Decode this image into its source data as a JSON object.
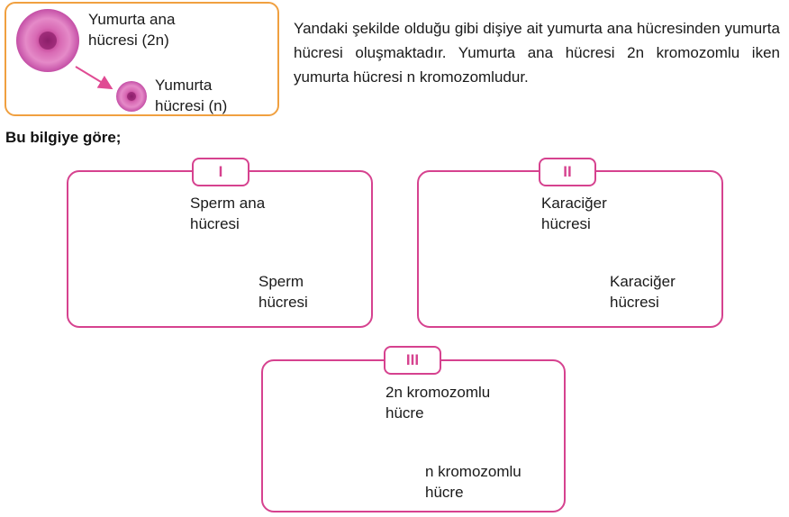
{
  "intro": {
    "label_mother_egg": [
      "Yumurta ana",
      "hücresi (2n)"
    ],
    "label_egg": [
      "Yumurta",
      "hücresi (n)"
    ]
  },
  "paragraph": "Yandaki şekilde olduğu gibi dişiye ait yumurta ana hücresinden yumurta hücresi oluşmaktadır. Yumurta ana hücresi 2n kromozomlu iken yumurta hücresi n kromozomludur.",
  "prompt": "Bu bilgiye göre;",
  "panels": [
    {
      "tab": "I",
      "top_label": [
        "Sperm ana",
        "hücresi"
      ],
      "bottom_label": [
        "Sperm",
        "hücresi"
      ]
    },
    {
      "tab": "II",
      "top_label": [
        "Karaciğer",
        "hücresi"
      ],
      "bottom_label": [
        "Karaciğer",
        "hücresi"
      ]
    },
    {
      "tab": "III",
      "top_label": [
        "2n kromozomlu",
        "hücre"
      ],
      "bottom_label": [
        "n kromozomlu",
        "hücre"
      ]
    }
  ],
  "colors": {
    "panel_border": "#d6428f",
    "intro_border": "#f0a040",
    "egg": "#c84aa8"
  },
  "icons": [
    "egg-cell-icon",
    "sperm-cell-icon",
    "liver-cell-icon",
    "round-cell-icon",
    "arrow-icon"
  ]
}
